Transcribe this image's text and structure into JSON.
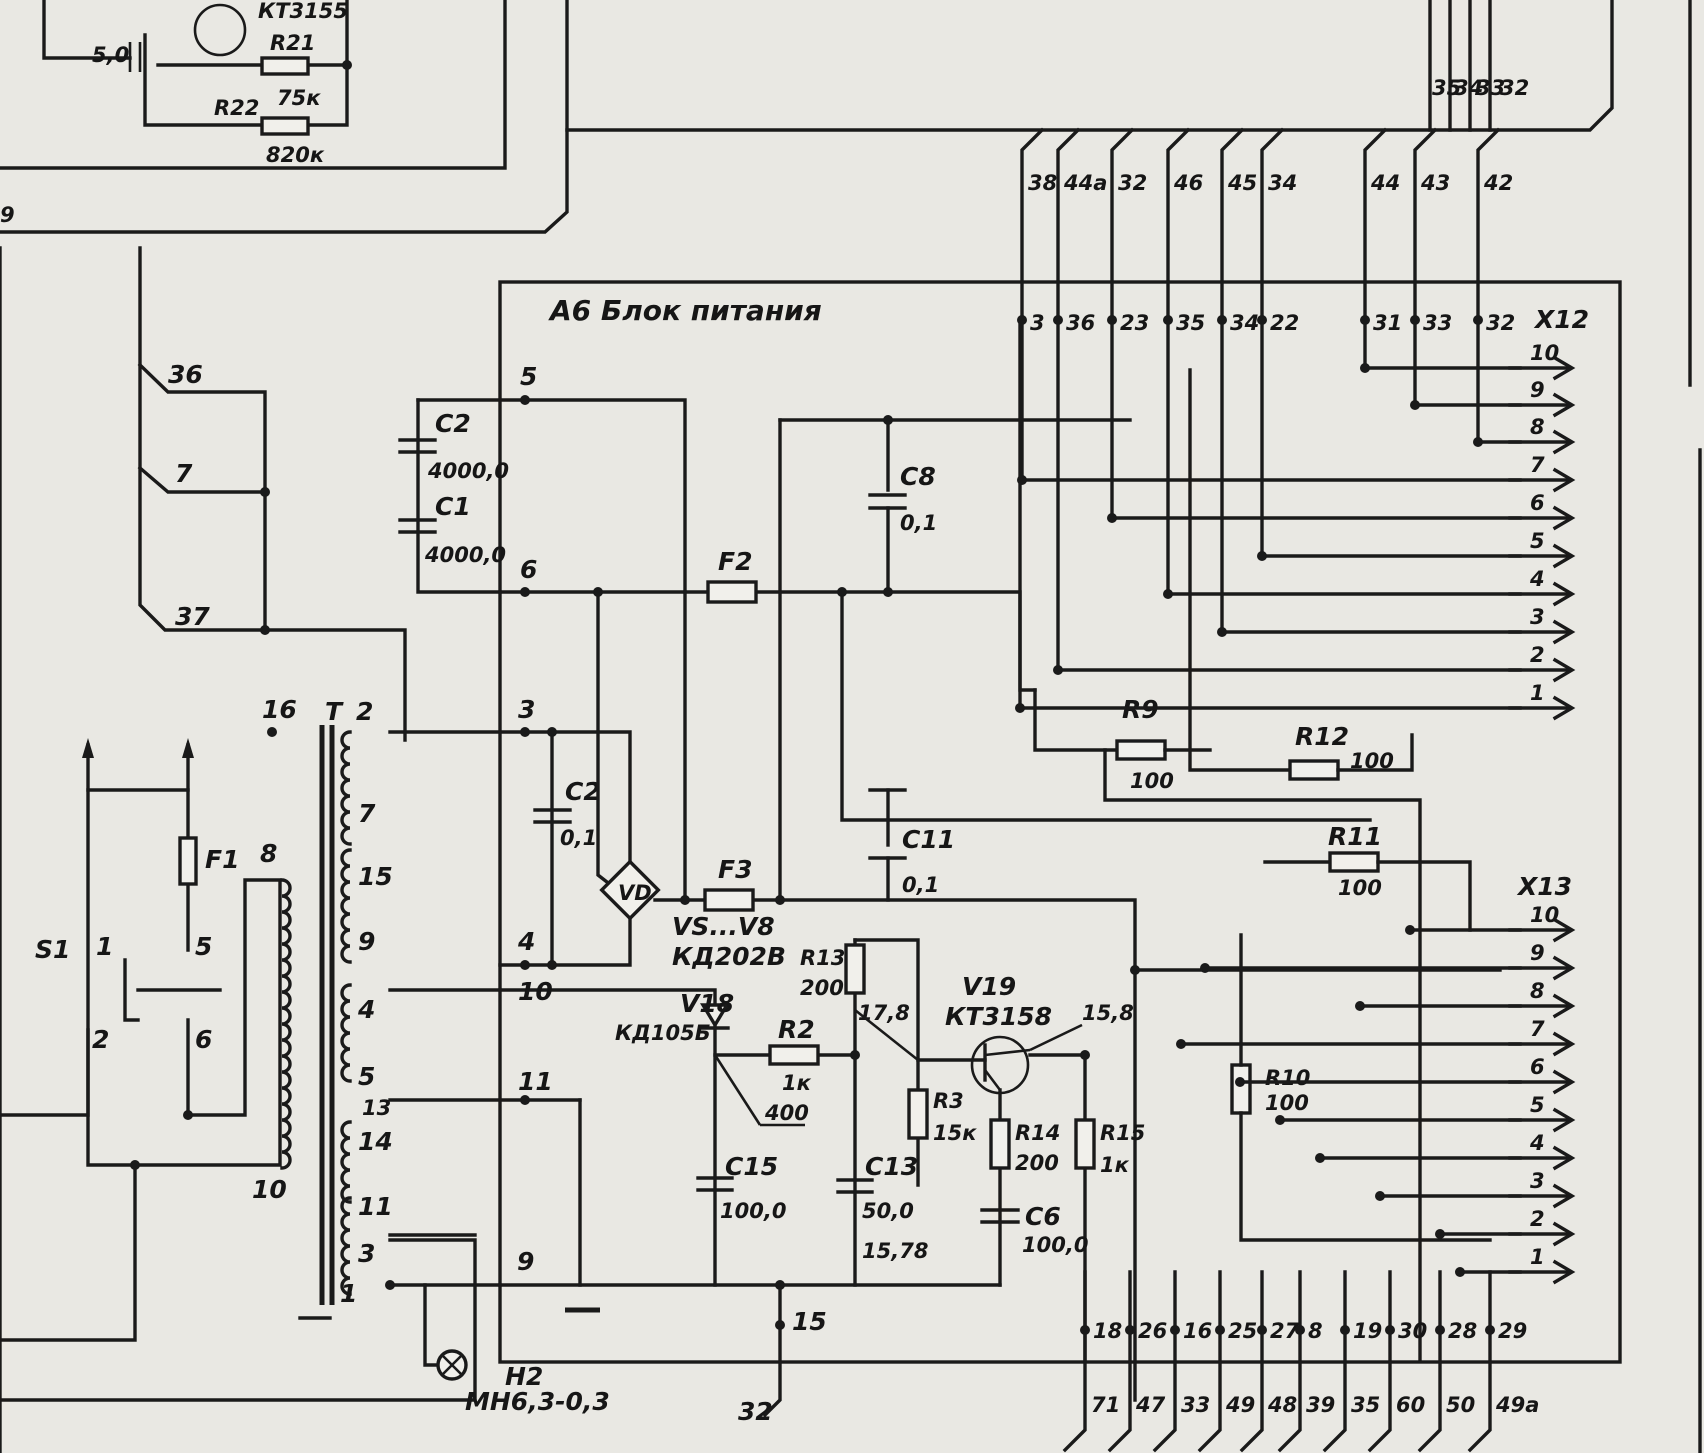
{
  "block_title": "А6 Блок питания",
  "top_labels": {
    "kt3155": "КТ3155",
    "r21": "R21",
    "r21_value": "75к",
    "r22": "R22",
    "r22_value": "820к",
    "cap_50": "5,0",
    "r_left": "9"
  },
  "bus_numbers_right_top": [
    "35",
    "34",
    "33",
    "32"
  ],
  "harness_top": [
    "38",
    "44а",
    "32",
    "46",
    "45",
    "34",
    "44",
    "43",
    "42"
  ],
  "connector_x12_pins_top": [
    "3",
    "36",
    "23",
    "35",
    "34",
    "22",
    "31",
    "33",
    "32"
  ],
  "connector_x12": {
    "name": "X12",
    "pins": [
      "10",
      "9",
      "8",
      "7",
      "6",
      "5",
      "4",
      "3",
      "2",
      "1"
    ]
  },
  "connector_x13": {
    "name": "X13",
    "pins": [
      "10",
      "9",
      "8",
      "7",
      "6",
      "5",
      "4",
      "3",
      "2",
      "1"
    ]
  },
  "harness_bottom_pins": [
    "18",
    "26",
    "16",
    "25",
    "27",
    "8",
    "19",
    "30",
    "28",
    "29"
  ],
  "harness_bottom": [
    "71",
    "47",
    "33",
    "49",
    "48",
    "39",
    "35",
    "60",
    "50",
    "49а"
  ],
  "wire_labels_left": [
    "36",
    "7",
    "37"
  ],
  "transformer": {
    "name": "T",
    "pins": [
      "16",
      "2",
      "7",
      "15",
      "9",
      "4",
      "5",
      "13",
      "14",
      "11",
      "3",
      "8",
      "10",
      "1"
    ]
  },
  "board_nodes": [
    "5",
    "6",
    "3",
    "4",
    "10",
    "11",
    "9",
    "15",
    "32"
  ],
  "switch": {
    "name": "S1",
    "pins": [
      "1",
      "2",
      "5",
      "6"
    ],
    "fuse": "F1"
  },
  "components": {
    "c2": "С2",
    "c2_value": "4000,0",
    "c1": "С1",
    "c1_value": "4000,0",
    "c2b": "С2",
    "c2b_value": "0,1",
    "c8": "С8",
    "c8_value": "0,1",
    "c11": "С11",
    "c11_value": "0,1",
    "f2": "F2",
    "f3": "F3",
    "bridge": "VS...V8",
    "bridge_type": "КД202В",
    "vd": "V18",
    "vd_type": "КД105Б",
    "r2": "R2",
    "r2_value": "1к",
    "v400": "400",
    "r13": "R13",
    "r13_value": "200",
    "v178": "17,8",
    "v19": "V19",
    "v19_type": "КТ3158",
    "v158": "15,8",
    "r3": "R3",
    "r3_value": "15к",
    "r14": "R14",
    "r14_value": "200",
    "r15": "R15",
    "r15_value": "1к",
    "c15": "С15",
    "c15_value": "100,0",
    "c13": "С13",
    "c13_value": "50,0",
    "c6": "С6",
    "c6_value": "100,0",
    "v1578": "15,78",
    "r9": "R9",
    "r9_value": "100",
    "r12": "R12",
    "r12_value": "100",
    "r11": "R11",
    "r11_value": "100",
    "r10": "R10",
    "r10_value": "100",
    "h2": "Н2",
    "h2_type": "МН6,3-0,3"
  }
}
